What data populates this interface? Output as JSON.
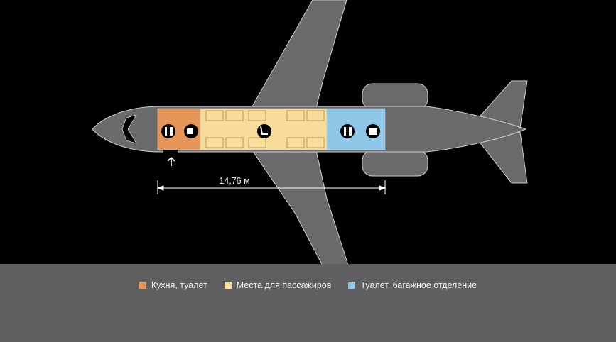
{
  "diagram": {
    "length_label": "14,76 м",
    "colors": {
      "galley": "#e8955a",
      "passenger": "#f7dc9a",
      "baggage": "#8ec7e8",
      "airframe": "#6a6a6c",
      "outline": "#cfcfcf"
    },
    "icons": [
      "toilet-icon",
      "coffee-cup-icon",
      "seat-icon",
      "toilet-icon",
      "luggage-icon",
      "entry-arrow-icon"
    ]
  },
  "legend": [
    {
      "label": "Кухня, туалет",
      "color": "#e8955a"
    },
    {
      "label": "Места для пассажиров",
      "color": "#f7dc9a"
    },
    {
      "label": "Туалет, багажное отделение",
      "color": "#8ec7e8"
    }
  ]
}
